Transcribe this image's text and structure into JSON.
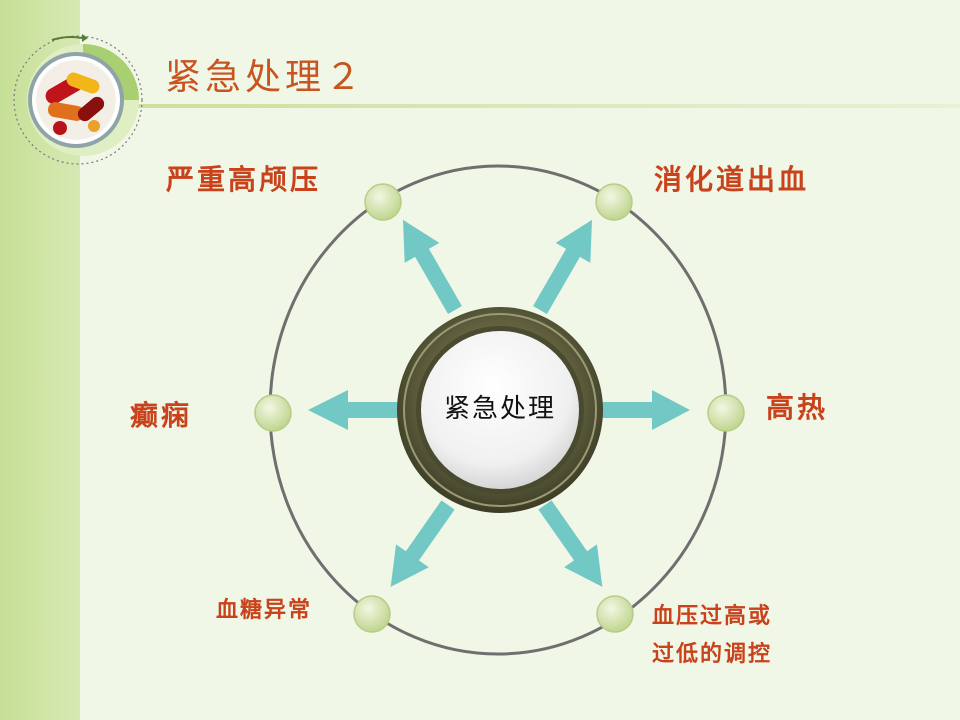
{
  "slide": {
    "title": "紧急处理２",
    "center": "紧急处理"
  },
  "nodes": [
    {
      "id": "top-left",
      "label": "严重高颅压"
    },
    {
      "id": "top-right",
      "label": "消化道出血"
    },
    {
      "id": "left",
      "label": "癫痫"
    },
    {
      "id": "right",
      "label": "高热"
    },
    {
      "id": "bottom-left",
      "label": "血糖异常"
    },
    {
      "id": "bottom-right",
      "label_line1": "血压过高或",
      "label_line2": "过低的调控"
    }
  ],
  "colors": {
    "title": "#c8541f",
    "node_label": "#c8421c",
    "arrow": "#72c8c4",
    "ring": "#6f6f6f",
    "node_dot": "#cfe0a0",
    "sidebar": "#c6df96"
  },
  "icons": {
    "logo": "pills-capsules-icon"
  }
}
